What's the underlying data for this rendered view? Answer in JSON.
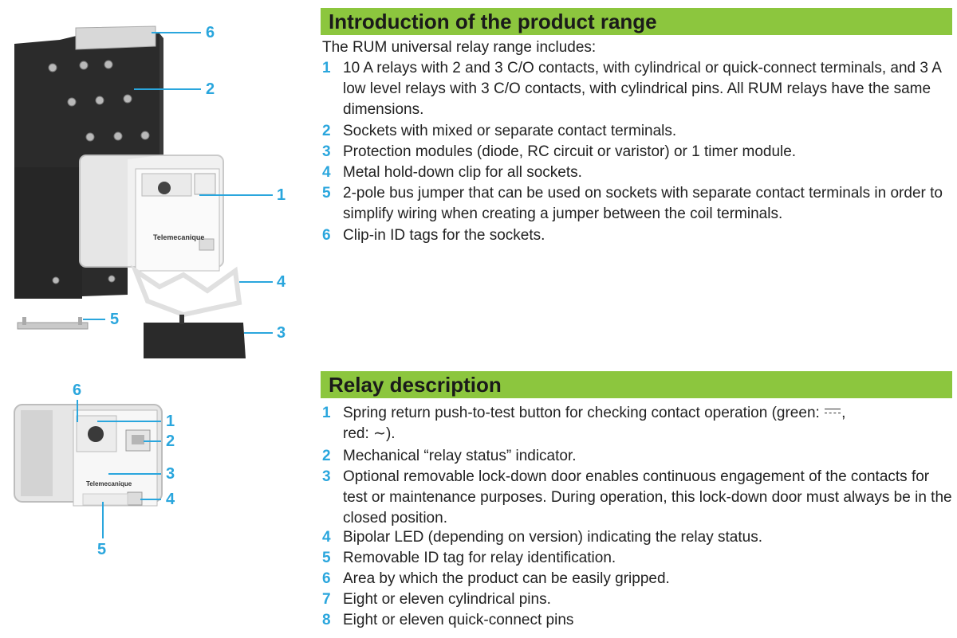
{
  "intro": {
    "heading": "Introduction of the product range",
    "lead": "The RUM universal relay range includes:",
    "items": [
      {
        "num": "1",
        "text": "10 A relays with 2 and 3 C/O contacts, with cylindrical or quick-connect terminals, and 3 A low level relays with 3 C/O contacts, with cylindrical pins. All RUM relays have the same dimensions."
      },
      {
        "num": "2",
        "text": "Sockets with mixed or separate contact terminals."
      },
      {
        "num": "3",
        "text": "Protection modules (diode, RC circuit or varistor) or 1 timer module."
      },
      {
        "num": "4",
        "text": "Metal hold-down clip for all sockets."
      },
      {
        "num": "5",
        "text": "2-pole bus jumper that can be used on sockets with separate contact terminals in order to simplify wiring when creating a jumper between the coil terminals."
      },
      {
        "num": "6",
        "text": "Clip-in ID tags for the sockets."
      }
    ]
  },
  "relay": {
    "heading": "Relay description",
    "item1_text": "Spring return push-to-test button for checking contact operation (green:",
    "item1_red": "red:",
    "item1_end": ").",
    "items": [
      {
        "num": "1"
      },
      {
        "num": "2",
        "text": "Mechanical “relay status” indicator."
      },
      {
        "num": "3",
        "text": "Optional removable lock-down door enables continuous engagement of the contacts for test or maintenance purposes. During operation, this lock-down door must always be in the closed position."
      },
      {
        "num": "4",
        "text": "Bipolar LED (depending on version) indicating the relay status."
      },
      {
        "num": "5",
        "text": "Removable ID tag for relay identification."
      },
      {
        "num": "6",
        "text": "Area by which the product can be easily gripped."
      },
      {
        "num": "7",
        "text": "Eight or eleven cylindrical pins."
      },
      {
        "num": "8",
        "text": "Eight or eleven quick-connect pins"
      }
    ]
  },
  "figure_top": {
    "callouts": [
      "6",
      "2",
      "1",
      "4",
      "5",
      "3"
    ],
    "brand_label": "Telemecanique"
  },
  "figure_bottom": {
    "callouts": [
      "6",
      "1",
      "2",
      "3",
      "4",
      "5"
    ],
    "brand_label": "Telemecanique"
  },
  "colors": {
    "accent_green": "#8cc63e",
    "callout_blue": "#2aa6dd",
    "socket_dark": "#2b2b2b"
  }
}
